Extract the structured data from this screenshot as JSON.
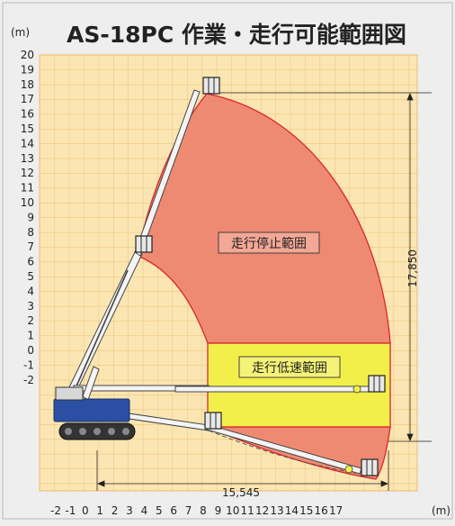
{
  "title": "AS-18PC 作業・走行可能範囲図",
  "unit_y": "(m)",
  "unit_x": "(m)",
  "y_ticks": [
    "20",
    "19",
    "18",
    "17",
    "16",
    "15",
    "14",
    "13",
    "12",
    "11",
    "10",
    "9",
    "8",
    "7",
    "6",
    "5",
    "4",
    "3",
    "2",
    "1",
    "0",
    "-1",
    "-2"
  ],
  "x_ticks": [
    "-2",
    "-1",
    "0",
    "1",
    "2",
    "3",
    "4",
    "5",
    "6",
    "7",
    "8",
    "9",
    "10",
    "11",
    "12",
    "13",
    "14",
    "15",
    "16",
    "17"
  ],
  "zone_stop_label": "走行停止範囲",
  "zone_slow_label": "走行低速範囲",
  "dim_height": "17,850",
  "dim_reach": "15,545",
  "colors": {
    "background": "#eeeeee",
    "grid_fill": "#fbe6b3",
    "grid_line": "#e8b35c",
    "stop_zone": "#ef8a72",
    "slow_zone": "#f2ef4a",
    "zone_outline": "#d8262c",
    "boom": "#f4f4f4",
    "machine_blue": "#2a4fa3",
    "track": "#333333"
  }
}
